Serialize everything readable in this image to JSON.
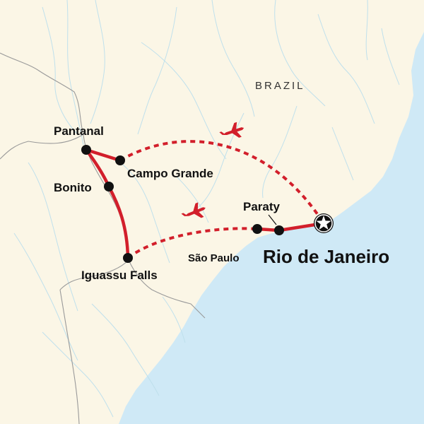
{
  "map": {
    "country_label": "BRAZIL",
    "colors": {
      "land": "#fbf6e6",
      "ocean": "#cfe9f6",
      "route": "#d21f2b",
      "flight": "#d21f2b",
      "river": "#bfe0ec",
      "border": "#9a9a9a",
      "marker": "#111111"
    },
    "places": [
      {
        "id": "pantanal",
        "name": "Pantanal",
        "marker": "dot"
      },
      {
        "id": "campo-grande",
        "name": "Campo Grande",
        "marker": "dot"
      },
      {
        "id": "bonito",
        "name": "Bonito",
        "marker": "dot"
      },
      {
        "id": "iguassu-falls",
        "name": "Iguassu Falls",
        "marker": "dot"
      },
      {
        "id": "sao-paulo",
        "name": "São Paulo",
        "marker": "dot"
      },
      {
        "id": "paraty",
        "name": "Paraty",
        "marker": "dot"
      },
      {
        "id": "rio-de-janeiro",
        "name": "Rio de Janeiro",
        "marker": "star"
      }
    ],
    "route_segments": [
      {
        "from": "pantanal",
        "to": "campo-grande",
        "mode": "overland"
      },
      {
        "from": "pantanal",
        "to": "bonito",
        "mode": "overland"
      },
      {
        "from": "bonito",
        "to": "iguassu-falls",
        "mode": "overland"
      },
      {
        "from": "sao-paulo",
        "to": "paraty",
        "mode": "overland"
      },
      {
        "from": "paraty",
        "to": "rio-de-janeiro",
        "mode": "overland"
      },
      {
        "from": "campo-grande",
        "to": "rio-de-janeiro",
        "mode": "flight"
      },
      {
        "from": "iguassu-falls",
        "to": "sao-paulo",
        "mode": "flight"
      }
    ],
    "icons": [
      "airplane-icon",
      "airplane-icon",
      "star-icon"
    ]
  }
}
